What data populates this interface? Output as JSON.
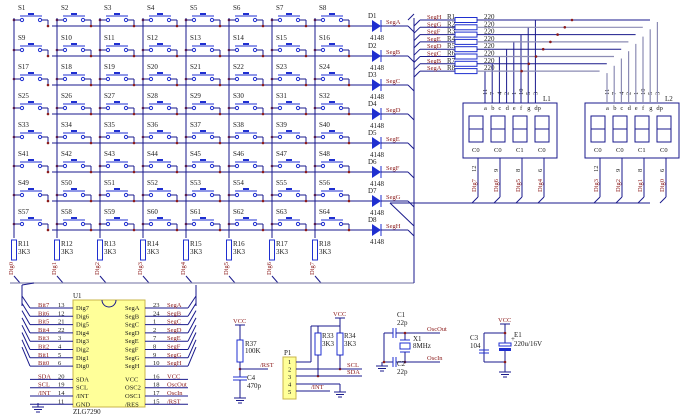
{
  "diagram": {
    "switches": [
      "S1",
      "S2",
      "S3",
      "S4",
      "S5",
      "S6",
      "S7",
      "S8",
      "S9",
      "S10",
      "S11",
      "S12",
      "S13",
      "S14",
      "S15",
      "S16",
      "S17",
      "S18",
      "S19",
      "S20",
      "S21",
      "S22",
      "S23",
      "S24",
      "S25",
      "S26",
      "S27",
      "S28",
      "S29",
      "S30",
      "S31",
      "S32",
      "S33",
      "S34",
      "S35",
      "S36",
      "S37",
      "S38",
      "S39",
      "S40",
      "S41",
      "S42",
      "S43",
      "S44",
      "S45",
      "S46",
      "S47",
      "S48",
      "S49",
      "S50",
      "S51",
      "S52",
      "S53",
      "S54",
      "S55",
      "S56",
      "S57",
      "S58",
      "S59",
      "S60",
      "S61",
      "S62",
      "S63",
      "S64"
    ],
    "diodes": [
      {
        "ref": "D1",
        "part": "4148",
        "net": "SegA"
      },
      {
        "ref": "D2",
        "part": "4148",
        "net": "SegB"
      },
      {
        "ref": "D3",
        "part": "4148",
        "net": "SegC"
      },
      {
        "ref": "D4",
        "part": "4148",
        "net": "SegD"
      },
      {
        "ref": "D5",
        "part": "4148",
        "net": "SegE"
      },
      {
        "ref": "D6",
        "part": "4148",
        "net": "SegF"
      },
      {
        "ref": "D7",
        "part": "4148",
        "net": "SegG"
      },
      {
        "ref": "D8",
        "part": "4148",
        "net": "SegH"
      }
    ],
    "column_resistors": [
      {
        "ref": "R11",
        "value": "3K3",
        "net": "Dig0"
      },
      {
        "ref": "R12",
        "value": "3K3",
        "net": "Dig1"
      },
      {
        "ref": "R13",
        "value": "3K3",
        "net": "Dig2"
      },
      {
        "ref": "R14",
        "value": "3K3",
        "net": "Dig3"
      },
      {
        "ref": "R15",
        "value": "3K3",
        "net": "Dig4"
      },
      {
        "ref": "R16",
        "value": "3K3",
        "net": "Dig5"
      },
      {
        "ref": "R17",
        "value": "3K3",
        "net": "Dig6"
      },
      {
        "ref": "R18",
        "value": "3K3",
        "net": "Dig7"
      }
    ],
    "segment_resistors": [
      {
        "net": "SegH",
        "ref": "R1",
        "value": "220"
      },
      {
        "net": "SegG",
        "ref": "R2",
        "value": "220"
      },
      {
        "net": "SegF",
        "ref": "R3",
        "value": "220"
      },
      {
        "net": "SegE",
        "ref": "R4",
        "value": "220"
      },
      {
        "net": "SegD",
        "ref": "R5",
        "value": "220"
      },
      {
        "net": "SegC",
        "ref": "R6",
        "value": "220"
      },
      {
        "net": "SegB",
        "ref": "R7",
        "value": "220"
      },
      {
        "net": "SegA",
        "ref": "R8",
        "value": "220"
      }
    ],
    "displays": [
      {
        "ref": "L1",
        "top_pins": [
          "11",
          "7",
          "4",
          "2",
          "1",
          "10",
          "5",
          "3"
        ],
        "seg_labels": [
          "a",
          "b",
          "c",
          "d",
          "e",
          "f",
          "g",
          "dp"
        ],
        "com_labels": [
          "C0",
          "C0",
          "C1",
          "C0"
        ],
        "bottom_pins": [
          "12",
          "9",
          "8",
          "6"
        ],
        "bottom_nets": [
          "Dig7",
          "Dig6",
          "Dig5",
          "Dig4"
        ]
      },
      {
        "ref": "L2",
        "top_pins": [
          "11",
          "7",
          "4",
          "2",
          "1",
          "10",
          "5",
          "3"
        ],
        "seg_labels": [
          "a",
          "b",
          "c",
          "d",
          "e",
          "f",
          "g",
          "dp"
        ],
        "com_labels": [
          "C0",
          "C0",
          "C1",
          "C0"
        ],
        "bottom_pins": [
          "12",
          "9",
          "8",
          "6"
        ],
        "bottom_nets": [
          "Dig3",
          "Dig2",
          "Dig1",
          "Dig0"
        ]
      }
    ],
    "u1": {
      "ref": "U1",
      "part": "ZLG7290",
      "left": [
        {
          "net": "Bit7",
          "num": "13",
          "name": "Dig7"
        },
        {
          "net": "Bit6",
          "num": "12",
          "name": "Dig6"
        },
        {
          "net": "Bit5",
          "num": "21",
          "name": "Dig5"
        },
        {
          "net": "Bit4",
          "num": "22",
          "name": "Dig4"
        },
        {
          "net": "Bit3",
          "num": "3",
          "name": "Dig3"
        },
        {
          "net": "Bit2",
          "num": "4",
          "name": "Dig2"
        },
        {
          "net": "Bit1",
          "num": "5",
          "name": "Dig1"
        },
        {
          "net": "Bit0",
          "num": "6",
          "name": "Dig0"
        },
        {
          "net": "SDA",
          "num": "20",
          "name": "SDA"
        },
        {
          "net": "SCL",
          "num": "19",
          "name": "SCL"
        },
        {
          "net": "/INT",
          "num": "14",
          "name": "/INT"
        },
        {
          "net": "",
          "num": "11",
          "name": "GND"
        }
      ],
      "right": [
        {
          "net": "SegA",
          "num": "23",
          "name": "SegA"
        },
        {
          "net": "SegB",
          "num": "24",
          "name": "SegB"
        },
        {
          "net": "SegC",
          "num": "1",
          "name": "SegC"
        },
        {
          "net": "SegD",
          "num": "2",
          "name": "SegD"
        },
        {
          "net": "SegE",
          "num": "7",
          "name": "SegE"
        },
        {
          "net": "SegF",
          "num": "8",
          "name": "SegF"
        },
        {
          "net": "SegG",
          "num": "9",
          "name": "SegG"
        },
        {
          "net": "SegH",
          "num": "10",
          "name": "SegH"
        },
        {
          "net": "VCC",
          "num": "16",
          "name": "VCC"
        },
        {
          "net": "OscOut",
          "num": "18",
          "name": "OSC2"
        },
        {
          "net": "OscIn",
          "num": "17",
          "name": "OSC1"
        },
        {
          "net": "/RST",
          "num": "15",
          "name": "/RES"
        }
      ]
    },
    "reset": {
      "r_ref": "R37",
      "r_value": "100K",
      "c_ref": "C4",
      "c_value": "470p",
      "vcc": "VCC",
      "net": "/RST"
    },
    "connector": {
      "ref": "P1",
      "pins": [
        "1",
        "2",
        "3",
        "4",
        "5"
      ],
      "r33": {
        "ref": "R33",
        "value": "3K3"
      },
      "r34": {
        "ref": "R34",
        "value": "3K3"
      },
      "vcc": "VCC",
      "nets": [
        "SCL",
        "SDA",
        "/INT"
      ]
    },
    "oscillator": {
      "c1": {
        "ref": "C1",
        "value": "22p"
      },
      "c2": {
        "ref": "C2",
        "value": "22p"
      },
      "x1": {
        "ref": "X1",
        "value": "8MHz"
      },
      "out": "OscOut",
      "in": "OscIn"
    },
    "power": {
      "c3": {
        "ref": "C3",
        "value": "104"
      },
      "e1": {
        "ref": "E1",
        "value": "220u/16V"
      },
      "vcc": "VCC"
    }
  }
}
